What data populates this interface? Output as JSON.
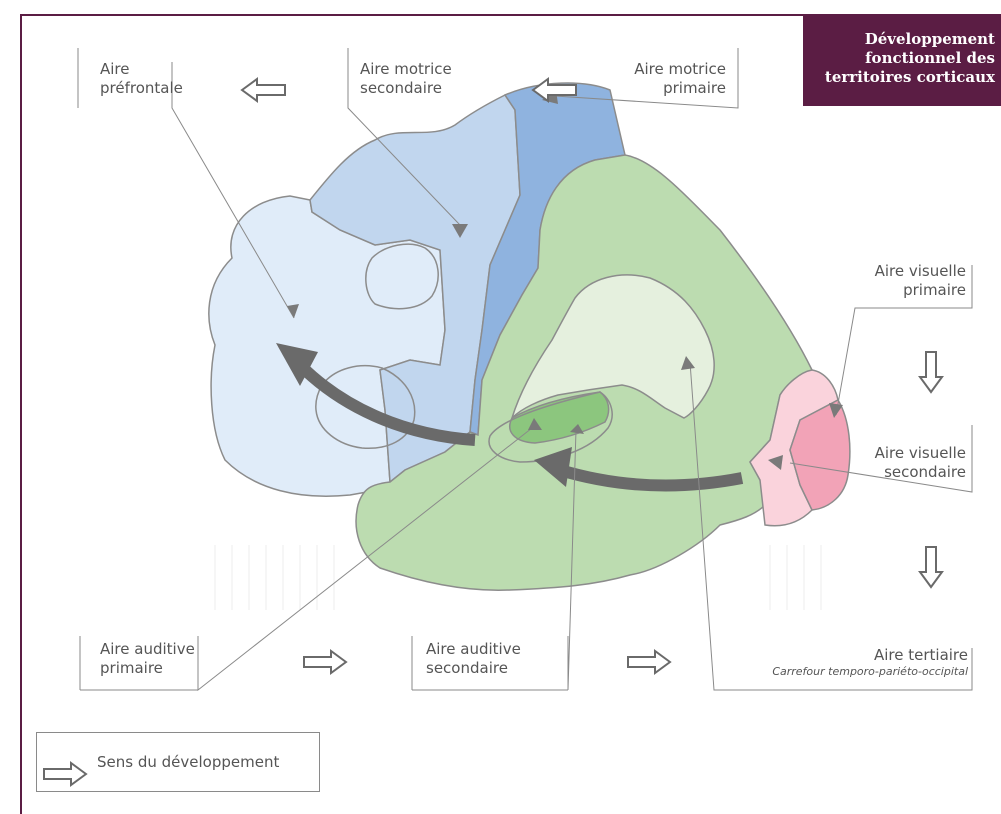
{
  "title": {
    "line1": "Développement",
    "line2": "fonctionnel des",
    "line3": "territoires corticaux"
  },
  "labels": {
    "prefrontale": {
      "line1": "Aire",
      "line2": "préfrontale"
    },
    "motrice_secondaire": {
      "line1": "Aire motrice",
      "line2": "secondaire"
    },
    "motrice_primaire": {
      "line1": "Aire motrice",
      "line2": "primaire"
    },
    "visuelle_primaire": {
      "line1": "Aire visuelle",
      "line2": "primaire"
    },
    "visuelle_secondaire": {
      "line1": "Aire visuelle",
      "line2": "secondaire"
    },
    "auditive_primaire": {
      "line1": "Aire auditive",
      "line2": "primaire"
    },
    "auditive_secondaire": {
      "line1": "Aire auditive",
      "line2": "secondaire"
    },
    "tertiaire": {
      "line1": "Aire tertiaire",
      "line2": "Carrefour temporo-pariéto-occipital"
    }
  },
  "legend": {
    "label": "Sens du développement",
    "icon": "hollow-arrow-right-icon"
  },
  "colors": {
    "frame": "#5b1d44",
    "prefrontal": "#e0ecf9",
    "secondary_motor": "#c1d6ee",
    "primary_motor": "#8fb3df",
    "green": "#bcdcb0",
    "tertiary": "#e5f0de",
    "auditory_primary": "#8cc67e",
    "visual_secondary": "#fad3dc",
    "visual_primary": "#f2a3b7",
    "big_arrow": "#6a6a6a"
  }
}
